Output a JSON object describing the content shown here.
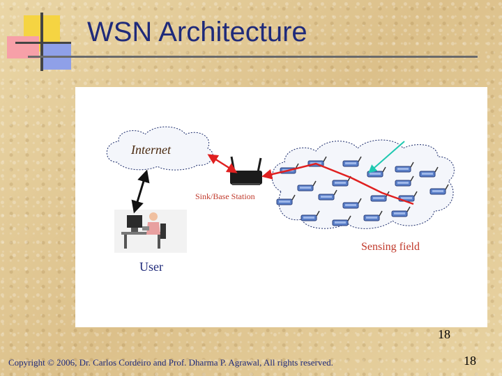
{
  "slide": {
    "title": "WSN Architecture",
    "footer": "Copyright © 2006, Dr. Carlos Cordeiro and  Prof. Dharma P. Agrawal,  All rights reserved.",
    "slide_number": "18",
    "panel_number": "18"
  },
  "diagram": {
    "internet_label": "Internet",
    "sink_label": "Sink/Base Station",
    "sensing_field_label": "Sensing field",
    "user_label": "User",
    "colors": {
      "link_red": "#e02020",
      "link_black": "#111111",
      "event_arrow": "#1ec8b0",
      "accent_red": "#c0392b",
      "title_blue": "#1f2a7a"
    }
  }
}
